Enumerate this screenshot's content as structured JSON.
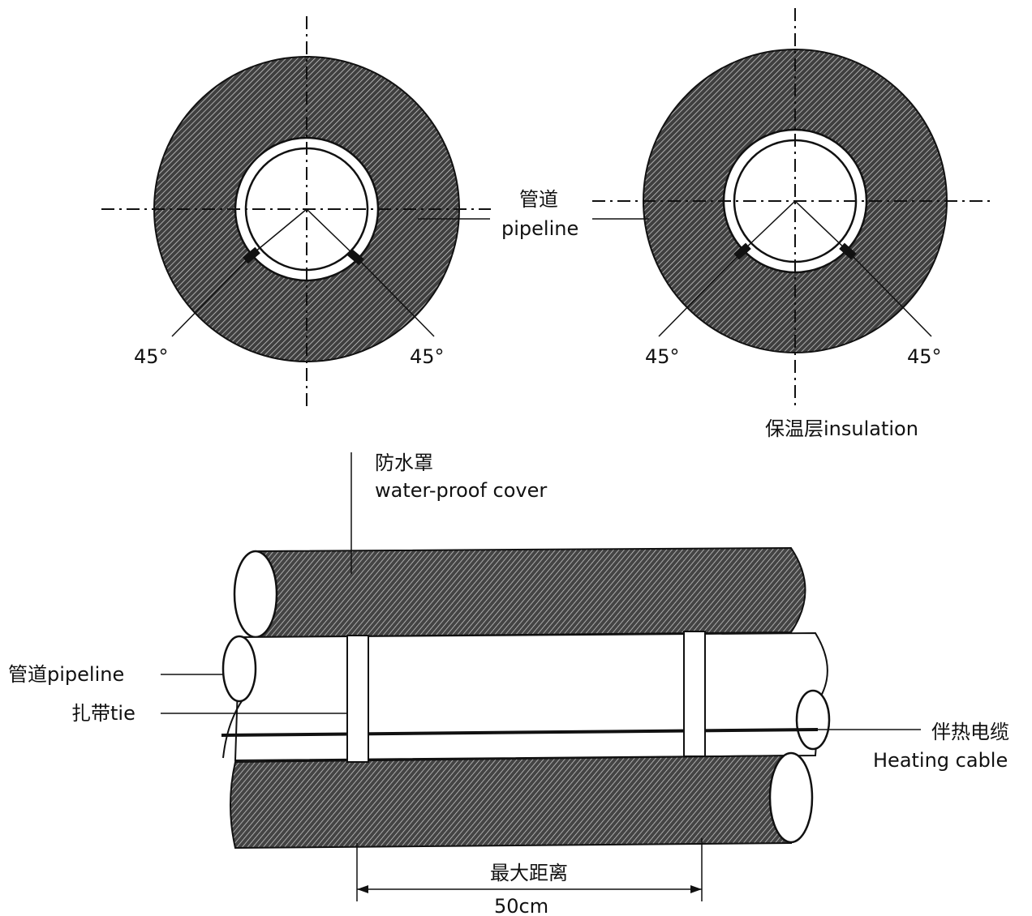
{
  "labels": {
    "pipeline_cn": "管道",
    "pipeline_en": "pipeline",
    "angle_left_1": "45°",
    "angle_right_1": "45°",
    "angle_left_2": "45°",
    "angle_right_2": "45°",
    "insulation": "保温层insulation",
    "cover_cn": "防水罩",
    "cover_en": "water-proof cover",
    "pipeline_side": "管道pipeline",
    "tie": "扎带tie",
    "heating_cn": "伴热电缆",
    "heating_en": "Heating cable",
    "distance_cn": "最大距离",
    "distance_value": "50cm"
  },
  "colors": {
    "line": "#111111",
    "hatch_bg": "#4a4a4a",
    "hatch_line": "#dcdcdc",
    "paper": "#ffffff"
  }
}
